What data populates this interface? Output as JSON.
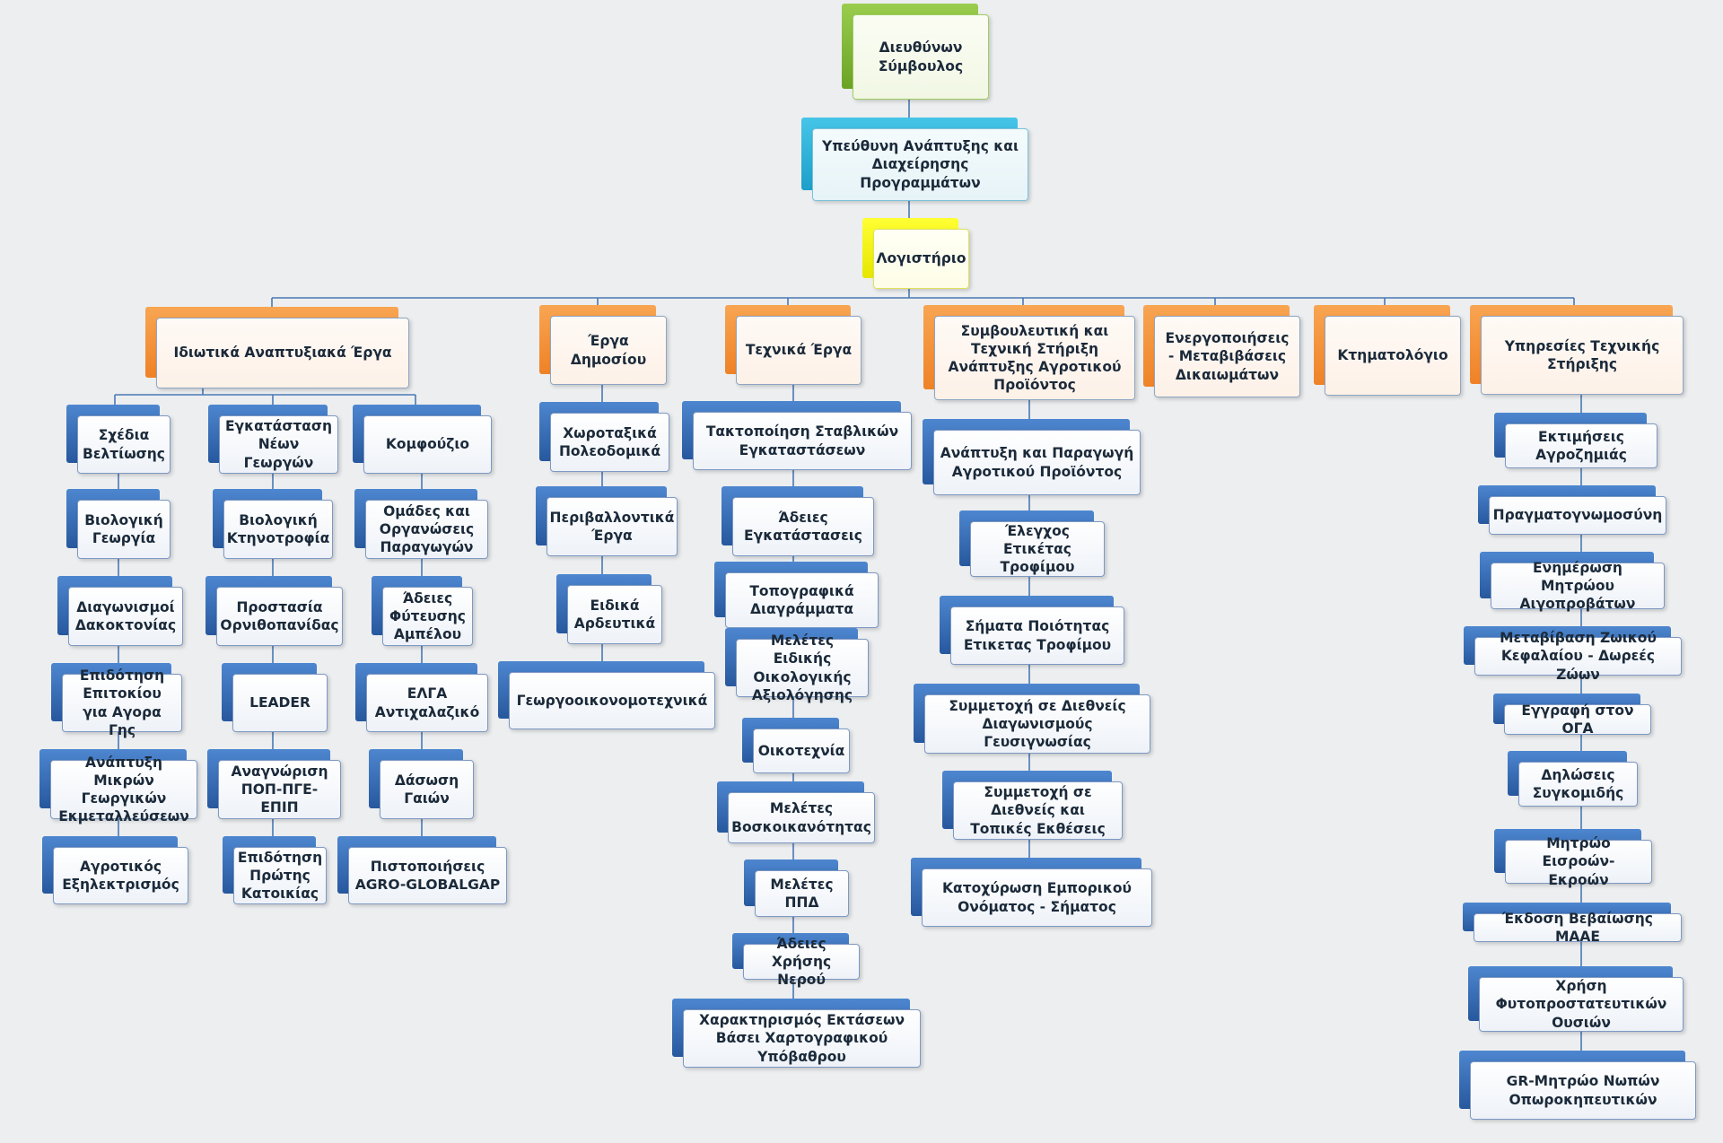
{
  "colors": {
    "background": "#eceef0",
    "connector": "#4a78b4",
    "green": "#7ab83a",
    "cyan": "#2bb3dc",
    "yellow": "#ffff00",
    "orange": "#f28c33",
    "blue": "#2f66b0"
  },
  "nodes": {
    "ceo": "Διευθύνων Σύμβουλος",
    "dev": "Υπεύθυνη Ανάπτυξης και Διαχείρησης Προγραμμάτων",
    "acc": "Λογιστήριο",
    "d1": "Ιδιωτικά Αναπτυξιακά Έργα",
    "d2": "Έργα Δημοσίου",
    "d3": "Τεχνικά Έργα",
    "d4": "Συμβουλευτική και Τεχνική Στήριξη Ανάπτυξης Αγροτικού Προϊόντος",
    "d5": "Ενεργοποιήσεις - Μεταβιβάσεις Δικαιωμάτων",
    "d6": "Κτηματολόγιο",
    "d7": "Υπηρεσίες Τεχνικής Στήριξης",
    "a1": "Σχέδια Βελτίωσης",
    "a2": "Βιολογική Γεωργία",
    "a3": "Διαγωνισμοί Δακοκτονίας",
    "a4": "Επιδότηση Επιτοκίου για Αγορα Γης",
    "a5": "Ανάπτυξη Μικρών Γεωργικών Εκμεταλλεύσεων",
    "a6": "Αγροτικός Εξηλεκτρισμός",
    "b1": "Εγκατάσταση Νέων Γεωργών",
    "b2": "Βιολογική Κτηνοτροφία",
    "b3": "Προστασία Ορνιθοπανίδας",
    "b4": "LEADER",
    "b5": "Αναγνώριση ΠΟΠ-ΠΓΕ-ΕΠΙΠ",
    "b6": "Επιδότηση Πρώτης Κατοικίας",
    "c1": "Κομφούζιο",
    "c2": "Ομάδες και Οργανώσεις Παραγωγών",
    "c3": "Άδειες Φύτευσης Αμπέλου",
    "c4": "ΕΛΓΑ Αντιχαλαζικό",
    "c5": "Δάσωση Γαιών",
    "c6": "Πιστοποιήσεις AGRO-GLOBALGAP",
    "e1": "Χωροταξικά Πολεοδομικά",
    "e2": "Περιβαλλοντικά Έργα",
    "e3": "Ειδικά Αρδευτικά",
    "e4": "Γεωργοοικονομοτεχνικά",
    "f1": "Τακτοποίηση Σταβλικών Εγκαταστάσεων",
    "f2": "Άδειες Εγκατάστασεις",
    "f3": "Τοπογραφικά Διαγράμματα",
    "f4": "Μελέτες Ειδικής Οικολογικής Αξιολόγησης",
    "f5": "Οικοτεχνία",
    "f6": "Μελέτες Βοσκοικανότητας",
    "f7": "Μελέτες ΠΠΔ",
    "f8": "Άδειες Χρήσης Νερού",
    "f9": "Χαρακτηρισμός Εκτάσεων Βάσει Χαρτογραφικού Υπόβαθρου",
    "g1": "Ανάπτυξη και Παραγωγή Αγροτικού Προϊόντος",
    "g2": "Έλεγχος Ετικέτας Τροφίμου",
    "g3": "Σήματα Ποιότητας Ετικετας Τροφίμου",
    "g4": "Συμμετοχή σε Διεθνείς Διαγωνισμούς Γευσιγνωσίας",
    "g5": "Συμμετοχή σε Διεθνείς και Τοπικές Εκθέσεις",
    "g6": "Κατοχύρωση Εμπορικού Ονόματος - Σήματος",
    "h1": "Εκτιμήσεις Αγροζημιάς",
    "h2": "Πραγματογνωμοσύνη",
    "h3": "Ενημέρωση Μητρώου Αιγοπροβάτων",
    "h4": "Μεταβίβαση Ζωικού Κεφαλαίου - Δωρεές Ζώων",
    "h5": "Εγγραφή στον ΟΓΑ",
    "h6": "Δηλώσεις Συγκομιδής",
    "h7": "Μητρώο Εισροών- Εκροών",
    "h8": "Έκδοση Βεβαίωσης ΜΑΑΕ",
    "h9": "Χρήση Φυτοπροστατευτικών Ουσιών",
    "h10": "GR-Μητρώο Νωπών Οπωροκηπευτικών"
  }
}
